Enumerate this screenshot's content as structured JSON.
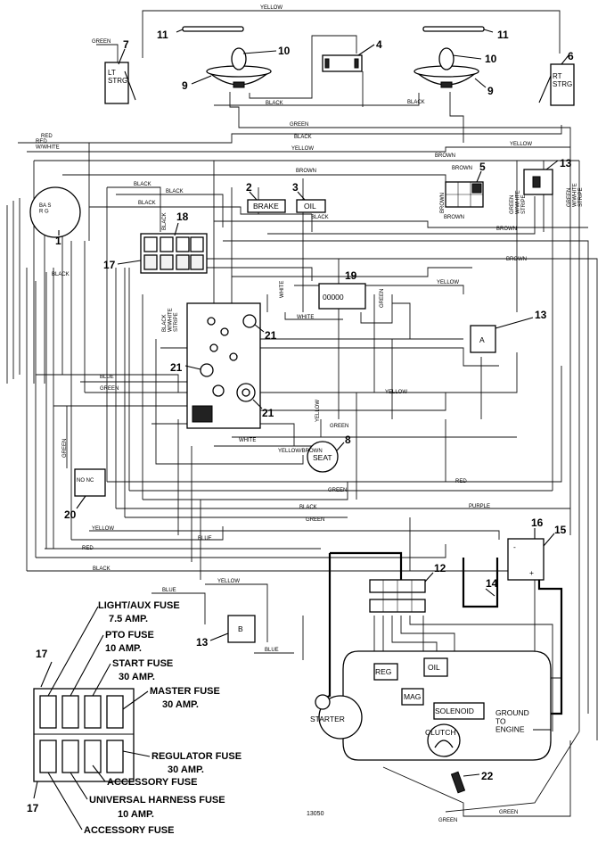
{
  "callouts": {
    "c1": "1",
    "c2": "2",
    "c3": "3",
    "c4": "4",
    "c5": "5",
    "c6": "6",
    "c7": "7",
    "c8": "8",
    "c9": "9",
    "c10": "10",
    "c11": "11",
    "c12": "12",
    "c13": "13",
    "c14": "14",
    "c15": "15",
    "c16": "16",
    "c17": "17",
    "c18": "18",
    "c19": "19",
    "c20": "20",
    "c21": "21",
    "c22": "22"
  },
  "wires": {
    "yellow": "YELLOW",
    "green": "GREEN",
    "black": "BLACK",
    "red": "RED",
    "red_white": "RED\nW/WHITE",
    "brown": "BROWN",
    "white": "WHITE",
    "blue": "BLUE",
    "purple": "PURPLE",
    "yellow_brown": "YELLOW/BROWN",
    "black_stripe": "BLACK\nW/WHITE\nSTRIPE",
    "green_stripe": "GREEN\nW/WHITE\nSTRIPE"
  },
  "components": {
    "lt_strg": "LT\nSTRG",
    "rt_strg": "RT\nSTRG",
    "brake": "BRAKE",
    "oil": "OIL",
    "seat": "SEAT",
    "no_nc": "NO NC",
    "starter": "STARTER",
    "reg": "REG",
    "mag": "MAG",
    "oil_engine": "OIL",
    "solenoid": "SOLENOID",
    "ground_to_engine": "GROUND\nTO\nENGINE",
    "clutch": "CLUTCH",
    "relay_b": "B",
    "relay_a": "A",
    "hour_meter": "00000",
    "switch_terms": "BA  S\nR  G",
    "drawing_number": "13050"
  },
  "fuse_labels": {
    "light_aux": "LIGHT/AUX FUSE",
    "light_aux_amp": "7.5 AMP.",
    "pto": "PTO FUSE",
    "pto_amp": "10 AMP.",
    "start": "START FUSE",
    "start_amp": "30 AMP.",
    "master": "MASTER FUSE",
    "master_amp": "30 AMP.",
    "regulator": "REGULATOR FUSE",
    "regulator_amp": "30 AMP.",
    "accessory": "ACCESSORY FUSE",
    "universal": "UNIVERSAL HARNESS FUSE",
    "universal_amp": "10 AMP.",
    "accessory2": "ACCESSORY FUSE"
  }
}
